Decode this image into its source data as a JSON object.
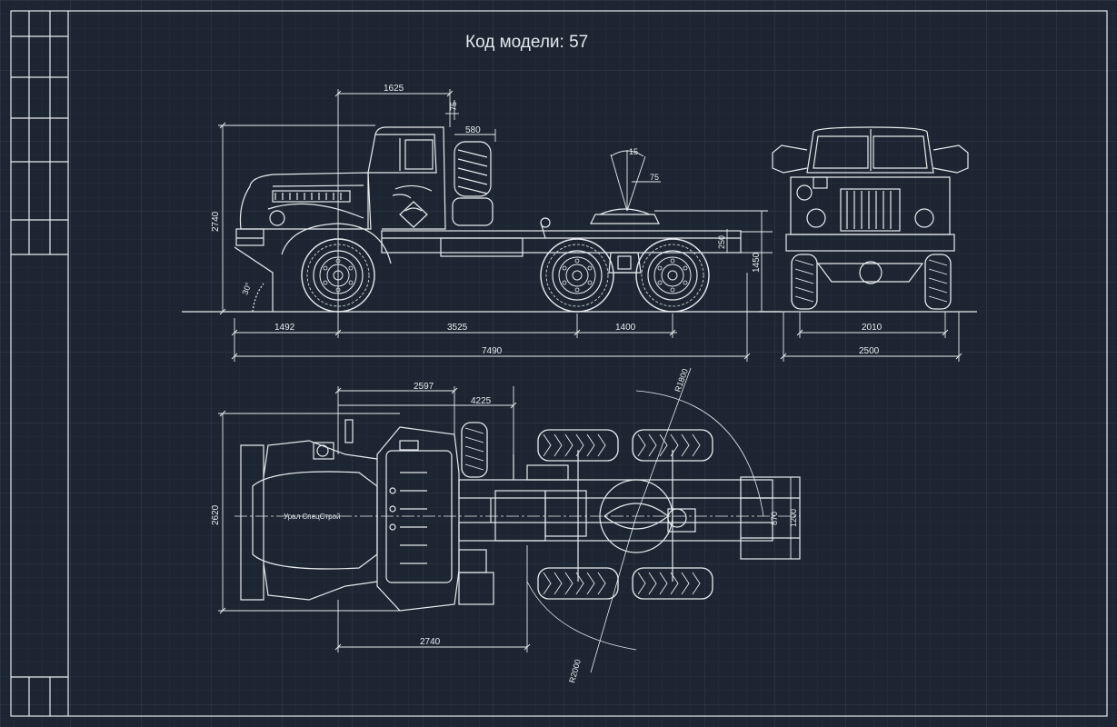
{
  "title": "Код модели: 57",
  "colors": {
    "background": "#1c2531",
    "grid": "#2b3644",
    "lines": "#e8ecf0"
  },
  "dimensions": {
    "side": {
      "d1625": "1625",
      "d75a": "75",
      "d580": "580",
      "d15": "15",
      "d75b": "75",
      "d2740": "2740",
      "d250": "250",
      "d1450": "1450",
      "d30": "30°",
      "d1492": "1492",
      "d3525": "3525",
      "d1400": "1400",
      "d7490": "7490"
    },
    "front": {
      "d2010": "2010",
      "d2500": "2500"
    },
    "top": {
      "d2597": "2597",
      "d4225": "4225",
      "r1800": "R1800",
      "d2620": "2620",
      "d870": "870",
      "d1200": "1200",
      "d2740b": "2740",
      "r2000": "R2000",
      "brand": "Урал СпецСтрой"
    }
  }
}
